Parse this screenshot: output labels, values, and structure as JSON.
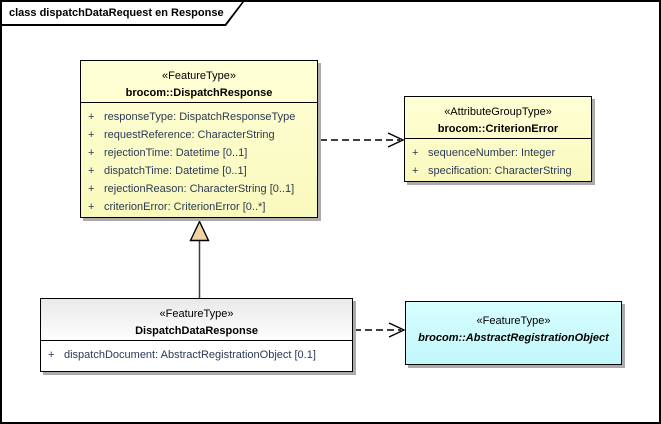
{
  "frame": {
    "title": "class dispatchDataRequest en Response"
  },
  "colors": {
    "class_fill_yellow": "#fcfcc6",
    "class_fill_cyan": "#ccfeff",
    "class_fill_neutral": "#f2f2f2",
    "box_border": "#000000",
    "shadow": "#ababab",
    "attribute_text": "#2b3a55",
    "generalization_triangle_fill": "#efd3a7"
  },
  "classes": {
    "dispatch_response": {
      "stereotype": "«FeatureType»",
      "name": "brocom::DispatchResponse",
      "attributes": [
        {
          "vis": "+",
          "text": "responseType: DispatchResponseType"
        },
        {
          "vis": "+",
          "text": "requestReference: CharacterString"
        },
        {
          "vis": "+",
          "text": "rejectionTime: Datetime [0..1]"
        },
        {
          "vis": "+",
          "text": "dispatchTime: Datetime [0..1]"
        },
        {
          "vis": "+",
          "text": "rejectionReason: CharacterString [0..1]"
        },
        {
          "vis": "+",
          "text": "criterionError: CriterionError [0..*]"
        }
      ]
    },
    "criterion_error": {
      "stereotype": "«AttributeGroupType»",
      "name": "brocom::CriterionError",
      "attributes": [
        {
          "vis": "+",
          "text": "sequenceNumber: Integer"
        },
        {
          "vis": "+",
          "text": "specification: CharacterString"
        }
      ]
    },
    "dispatch_data_response": {
      "stereotype": "«FeatureType»",
      "name": "DispatchDataResponse",
      "attributes": [
        {
          "vis": "+",
          "text": "dispatchDocument: AbstractRegistrationObject [0.1]"
        }
      ]
    },
    "abstract_registration_object": {
      "stereotype": "«FeatureType»",
      "name": "brocom::AbstractRegistrationObject",
      "attributes": []
    }
  },
  "relations": [
    {
      "type": "dependency",
      "from": "brocom::DispatchResponse",
      "to": "brocom::CriterionError",
      "line": "dashed-open-arrow"
    },
    {
      "type": "generalization",
      "from": "DispatchDataResponse",
      "to": "brocom::DispatchResponse",
      "line": "solid-triangle"
    },
    {
      "type": "dependency",
      "from": "DispatchDataResponse",
      "to": "brocom::AbstractRegistrationObject",
      "line": "dashed-open-arrow"
    }
  ]
}
